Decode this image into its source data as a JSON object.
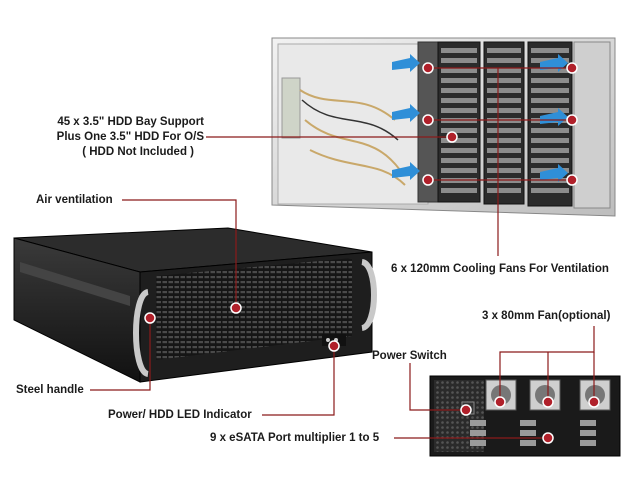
{
  "callouts": {
    "hdd_bay": {
      "line1": "45 x 3.5\" HDD Bay Support",
      "line2": "Plus One 3.5\" HDD For O/S",
      "line3": "( HDD Not Included )"
    },
    "air_ventilation": "Air ventilation",
    "cooling_fans": "6 x 120mm Cooling Fans For Ventilation",
    "fan_optional": "3 x 80mm Fan(optional)",
    "power_switch": "Power Switch",
    "steel_handle": "Steel handle",
    "led_indicator": "Power/ HDD LED Indicator",
    "esata": "9 x eSATA Port multiplier 1 to 5"
  },
  "colors": {
    "leader": "#8b1a1a",
    "dot": "#b0202a",
    "chassis_dark": "#1c1c1c",
    "chassis_metal": "#d7d7d7",
    "fan_blue": "#2f8fd8"
  }
}
